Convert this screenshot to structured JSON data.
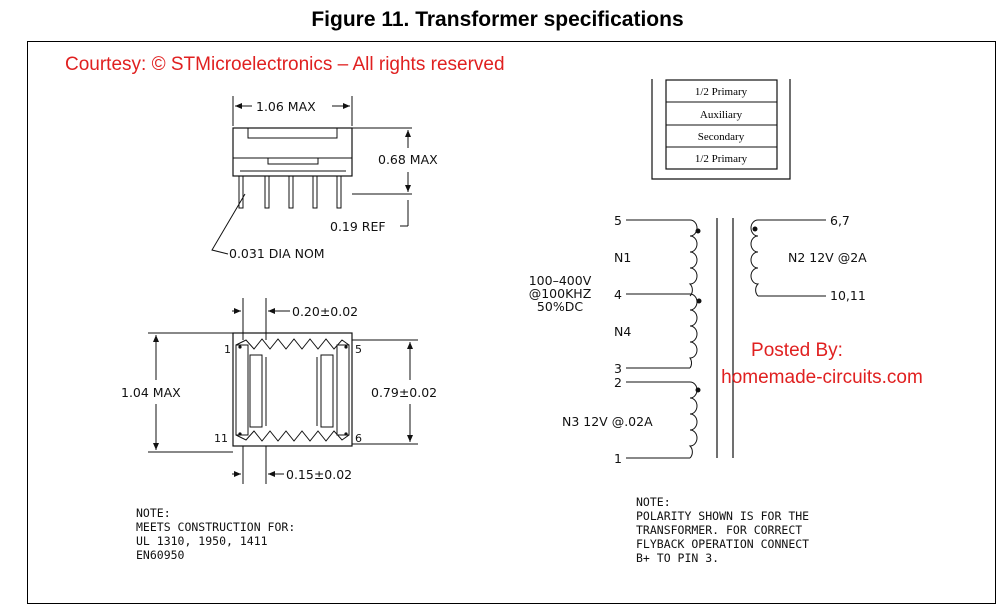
{
  "title": "Figure 11. Transformer specifications",
  "courtesy": "Courtesy: © STMicroelectronics – All rights reserved",
  "posted_by_line1": "Posted By:",
  "posted_by_line2": "homemade-circuits.com",
  "colors": {
    "red_text": "#e02020",
    "line": "#111111"
  },
  "side_view": {
    "width_dim": "1.06 MAX",
    "height_dim": "0.68 MAX",
    "pin_ref": "0.19 REF",
    "pin_dia": "0.031 DIA NOM"
  },
  "bottom_view": {
    "pin_width": "0.20±0.02",
    "pin_pitch": "0.15±0.02",
    "height_max": "1.04 MAX",
    "row_span": "0.79±0.02",
    "pins": {
      "p1": "1",
      "p5": "5",
      "p11": "11",
      "p6": "6"
    }
  },
  "winding_stack": [
    "1/2 Primary",
    "Auxiliary",
    "Secondary",
    "1/2 Primary"
  ],
  "schematic": {
    "input_line1": "100–400V",
    "input_line2": "@100KHZ",
    "input_line3": "50%DC",
    "n1": "N1",
    "n4": "N4",
    "n2": "N2  12V  @2A",
    "n3": "N3  12V  @.02A",
    "pins": {
      "p5": "5",
      "p4": "4",
      "p3": "3",
      "p2": "2",
      "p1": "1",
      "p67": "6,7",
      "p1011": "10,11"
    }
  },
  "note_left": [
    "NOTE:",
    "MEETS CONSTRUCTION FOR:",
    "UL 1310, 1950, 1411",
    "EN60950"
  ],
  "note_right": [
    "NOTE:",
    "POLARITY SHOWN IS FOR THE",
    "TRANSFORMER. FOR CORRECT",
    "FLYBACK OPERATION CONNECT",
    "B+ TO PIN 3."
  ]
}
